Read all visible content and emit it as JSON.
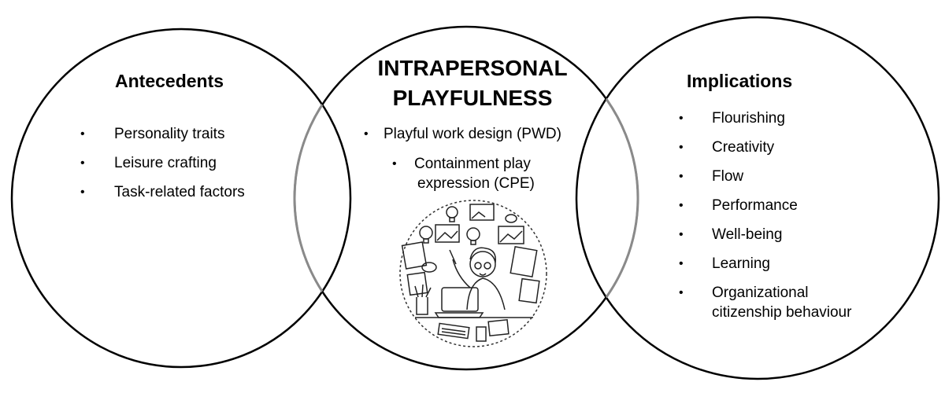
{
  "left": {
    "title": "Antecedents",
    "items": [
      "Personality traits",
      "Leisure crafting",
      "Task-related factors"
    ]
  },
  "center": {
    "title_line1": "INTRAPERSONAL",
    "title_line2": "PLAYFULNESS",
    "item1": "Playful work design (PWD)",
    "item2_line1": "Containment play",
    "item2_line2": "expression (CPE)",
    "illustration_icon": "person-at-laptop-with-ideas-icon"
  },
  "right": {
    "title": "Implications",
    "items": [
      "Flourishing",
      "Creativity",
      "Flow",
      "Performance",
      "Well-being",
      "Learning"
    ],
    "last_item_line1": "Organizational",
    "last_item_line2": "citizenship behaviour"
  },
  "colors": {
    "outline": "#000000",
    "overlap_outline": "#8a8a8a",
    "background": "#ffffff"
  }
}
